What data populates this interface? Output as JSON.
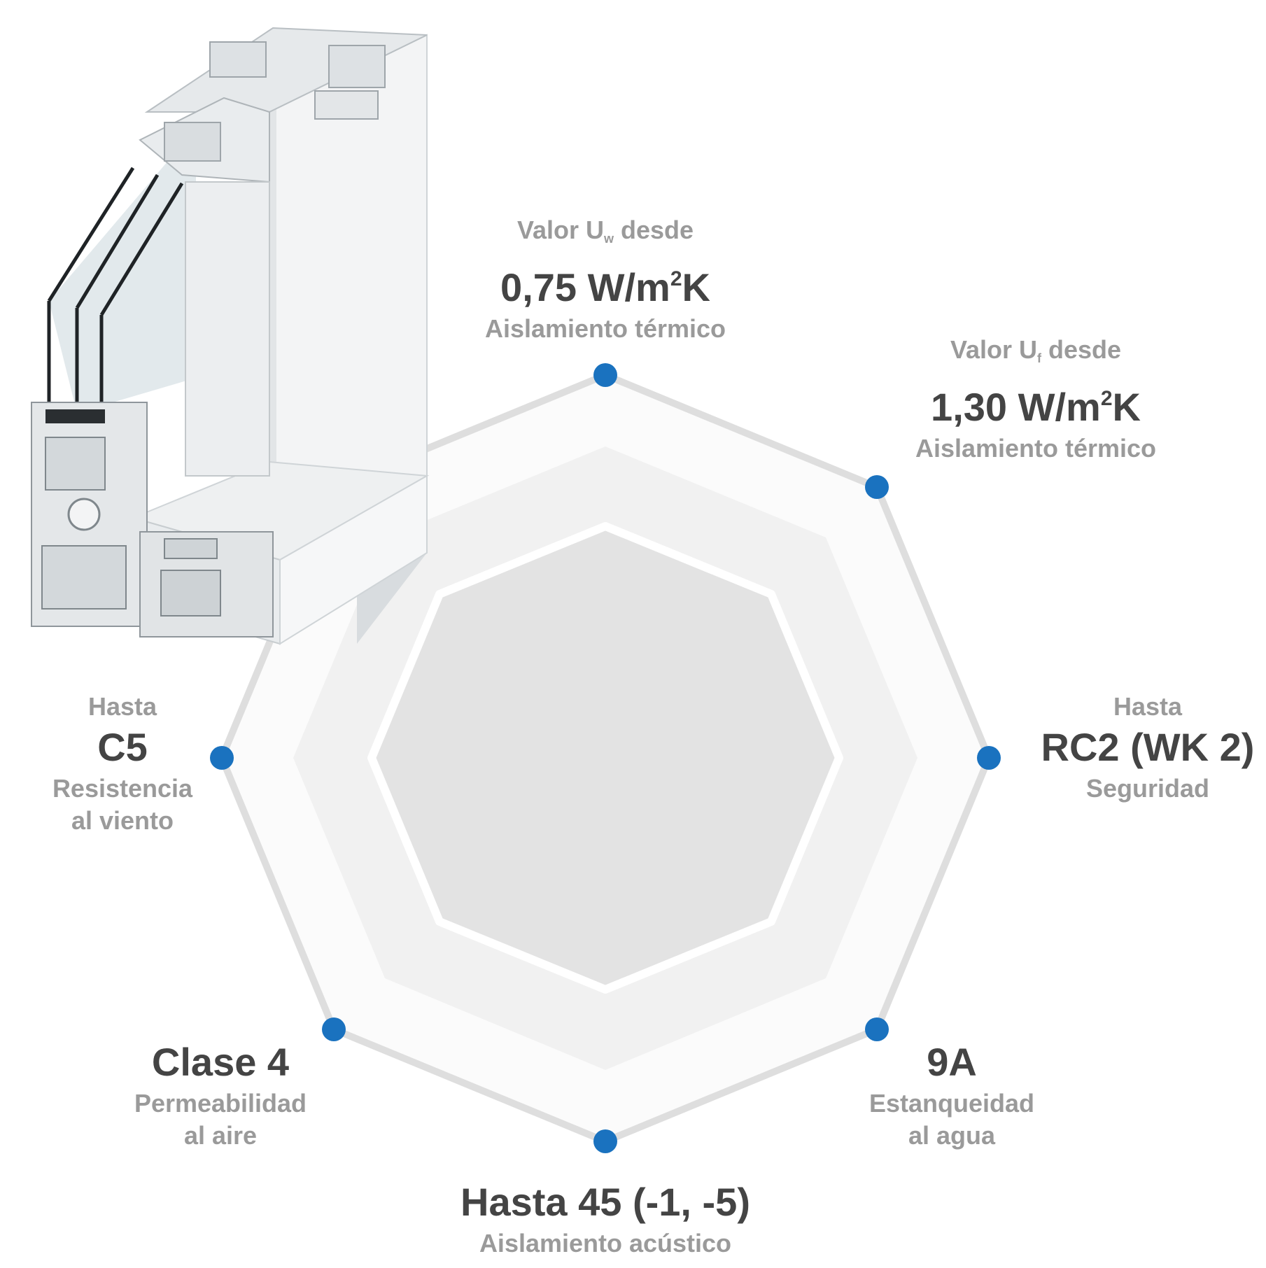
{
  "colors": {
    "dot": "#1a72bf",
    "outer_stroke": "#dedede",
    "outer_fill": "#fbfbfb",
    "middle_fill": "#f1f1f1",
    "inner_fill": "#e3e3e3",
    "inner_border": "#ffffff",
    "value_text": "#444444",
    "label_text": "#9a9a9a"
  },
  "image": {
    "icon": "window-profile-cross-section-icon"
  },
  "properties": [
    {
      "id": "uw",
      "pre_main": "Valor U",
      "pre_sub": "w",
      "pre_tail": " desde",
      "value_main": "0,75 W/m",
      "value_sup": "2",
      "value_tail": "K",
      "desc_1": "Aislamiento térmico",
      "desc_2": ""
    },
    {
      "id": "uf",
      "pre_main": "Valor U",
      "pre_sub": "f",
      "pre_tail": " desde",
      "value_main": "1,30 W/m",
      "value_sup": "2",
      "value_tail": "K",
      "desc_1": "Aislamiento térmico",
      "desc_2": ""
    },
    {
      "id": "security",
      "pre_main": "Hasta",
      "value_main": "RC2 (WK 2)",
      "desc_1": "Seguridad",
      "desc_2": ""
    },
    {
      "id": "water",
      "pre_main": "",
      "value_main": "9A",
      "desc_1": "Estanqueidad",
      "desc_2": "al agua"
    },
    {
      "id": "acoustic",
      "pre_main": "",
      "value_main": "Hasta 45 (-1, -5)",
      "desc_1": "Aislamiento acústico",
      "desc_2": ""
    },
    {
      "id": "air",
      "pre_main": "",
      "value_main": "Clase 4",
      "desc_1": "Permeabilidad",
      "desc_2": "al aire"
    },
    {
      "id": "wind",
      "pre_main": "Hasta",
      "value_main": "C5",
      "desc_1": "Resistencia",
      "desc_2": "al viento"
    }
  ]
}
